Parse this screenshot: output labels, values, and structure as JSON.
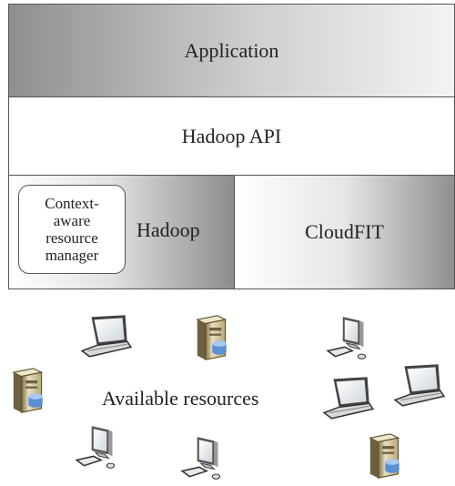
{
  "layers": {
    "application": "Application",
    "hadoop_api": "Hadoop API",
    "hadoop": "Hadoop",
    "cloudfit": "CloudFIT"
  },
  "context_manager": {
    "line1": "Context-",
    "line2": "aware",
    "line3": "resource",
    "line4": "manager"
  },
  "resources_label": "Available resources",
  "icons": [
    "laptop-icon",
    "server-icon",
    "desktop-icon"
  ]
}
